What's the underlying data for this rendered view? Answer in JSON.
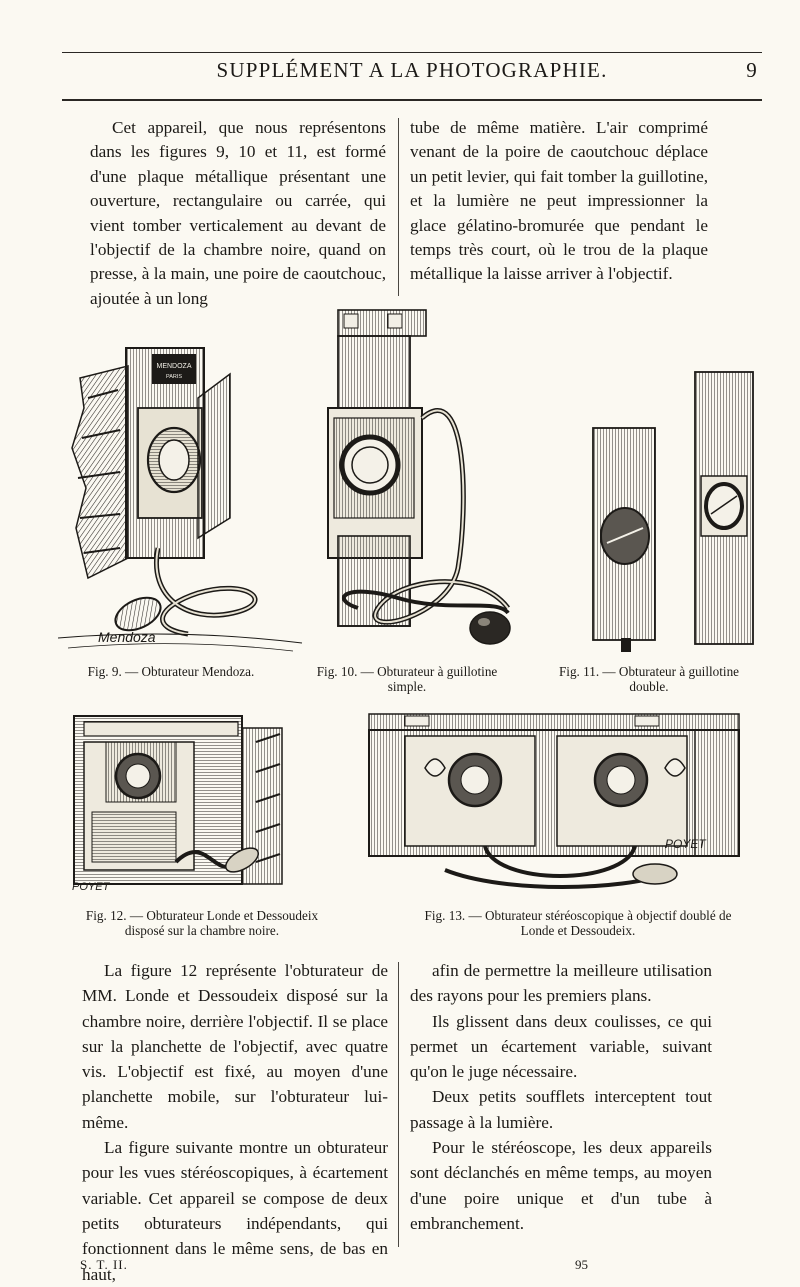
{
  "header": {
    "title": "SUPPLÉMENT A LA PHOTOGRAPHIE.",
    "page_number": "9"
  },
  "intro": {
    "left": "Cet appareil, que nous représentons dans les figures 9, 10 et 11, est formé d'une plaque métallique présentant une ouverture, rectangulaire ou carrée, qui vient tomber verticalement au devant de l'objectif de la chambre noire, quand on presse, à la main, une poire de caoutchouc, ajoutée à un long",
    "right": "tube de même matière. L'air comprimé venant de la poire de caoutchouc déplace un petit levier, qui fait tomber la guillotine, et la lumière ne peut impressionner la glace gélatino-bromurée que pendant le temps très court, où le trou de la plaque métallique la laisse arriver à l'objectif."
  },
  "figures": {
    "fig9": {
      "caption": "Fig. 9. — Obturateur Mendoza.",
      "plate_text_1": "MENDOZA",
      "plate_text_2": "PARIS",
      "signature": "Mendoza"
    },
    "fig10": {
      "caption_line1": "Fig. 10. — Obturateur à guillotine",
      "caption_line2": "simple."
    },
    "fig11": {
      "caption_line1": "Fig. 11. — Obturateur à guillotine",
      "caption_line2": "double."
    },
    "fig12": {
      "caption_line1": "Fig. 12. — Obturateur Londe et Dessoudeix",
      "caption_line2": "disposé sur la chambre noire.",
      "signature": "POYET"
    },
    "fig13": {
      "caption_line1": "Fig. 13. — Obturateur stéréoscopique à objectif doublé de",
      "caption_line2": "Londe et Dessoudeix.",
      "signature": "POYET"
    }
  },
  "body": {
    "left_paragraphs": [
      "La figure 12 représente l'obturateur de MM. Londe et Dessoudeix disposé sur la chambre noire, derrière l'objectif. Il se place sur la planchette de l'objectif, avec quatre vis. L'objectif est fixé, au moyen d'une planchette mobile, sur l'obturateur lui-même.",
      "La figure suivante montre un obturateur pour les vues stéréoscopiques, à écartement variable. Cet appareil se compose de deux petits obturateurs indépendants, qui fonctionnent dans le même sens, de bas en haut,"
    ],
    "right_paragraphs": [
      "afin de permettre la meilleure utilisation des rayons pour les premiers plans.",
      "Ils glissent dans deux coulisses, ce qui permet un écartement variable, suivant qu'on le juge nécessaire.",
      "Deux petits soufflets interceptent tout passage à la lumière.",
      "Pour le stéréoscope, les deux appareils sont déclanchés en même temps, au moyen d'une poire unique et d'un tube à embranchement."
    ]
  },
  "footer": {
    "signature": "S. T. II.",
    "number": "95"
  }
}
